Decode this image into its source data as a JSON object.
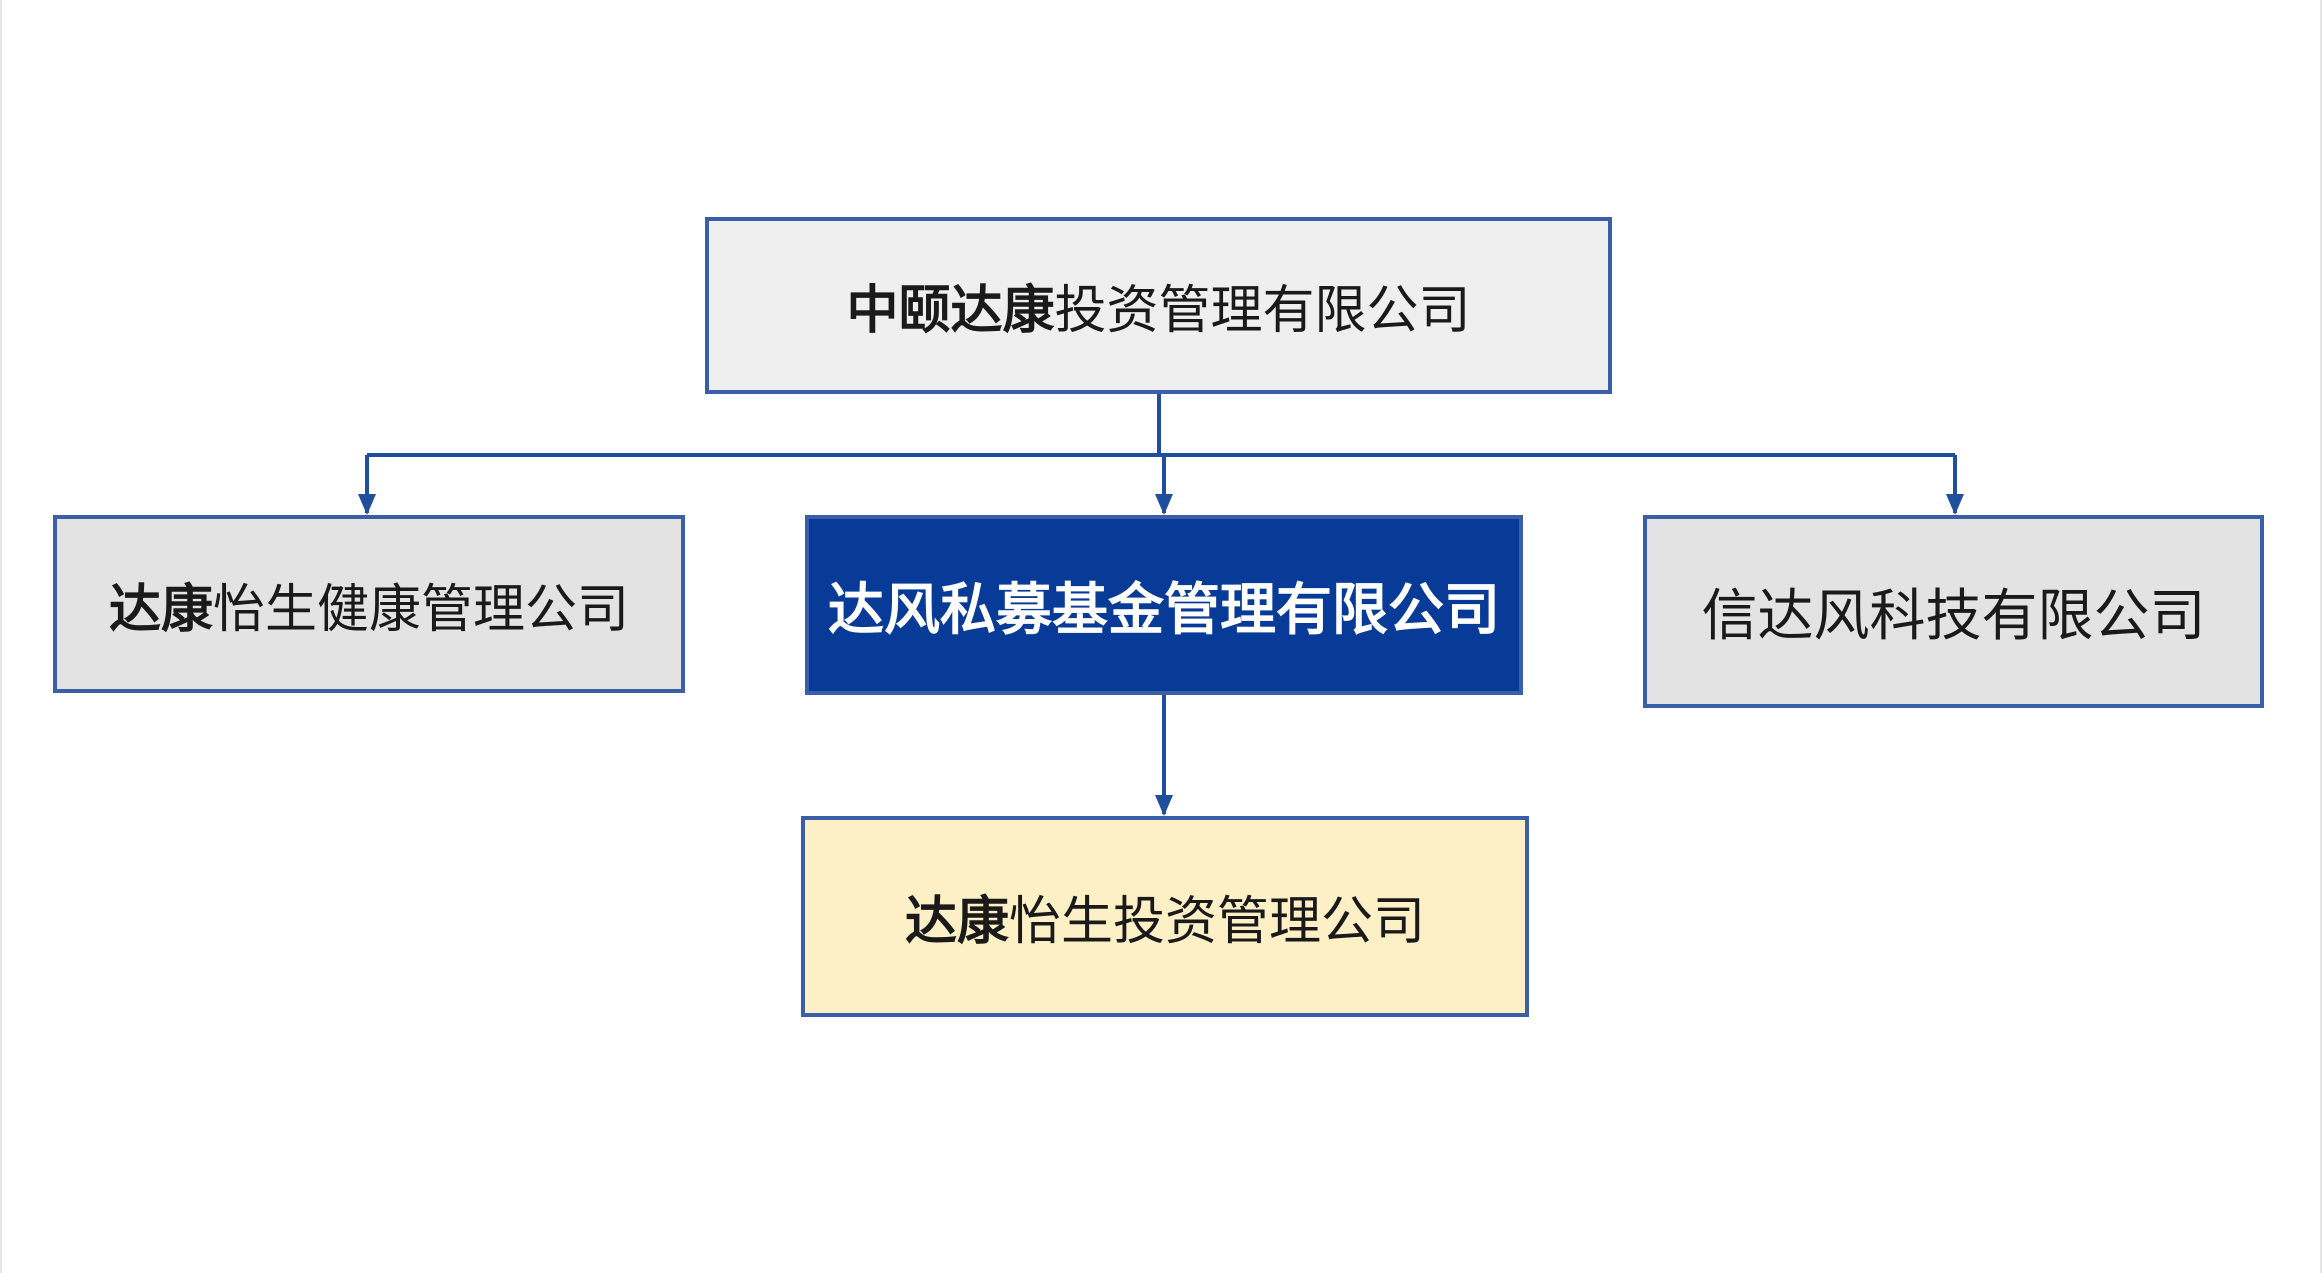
{
  "diagram": {
    "colors": {
      "line": "#1f4e9c",
      "box_border": "#3a5ea8",
      "parent_fill": "#efefef",
      "sibling_fill": "#e3e3e3",
      "center_fill": "#083b98",
      "center_text": "#ffffff",
      "bottom_fill": "#fdf0c7"
    },
    "parent": {
      "bold": "中颐达康",
      "rest": "投资管理有限公司"
    },
    "left": {
      "bold": "达康",
      "rest": "怡生健康管理公司"
    },
    "center": {
      "bold": "达风私募基金管理有限公司"
    },
    "right": {
      "rest": "信达风科技有限公司"
    },
    "bottom": {
      "bold": "达康",
      "rest": "怡生投资管理公司"
    }
  }
}
